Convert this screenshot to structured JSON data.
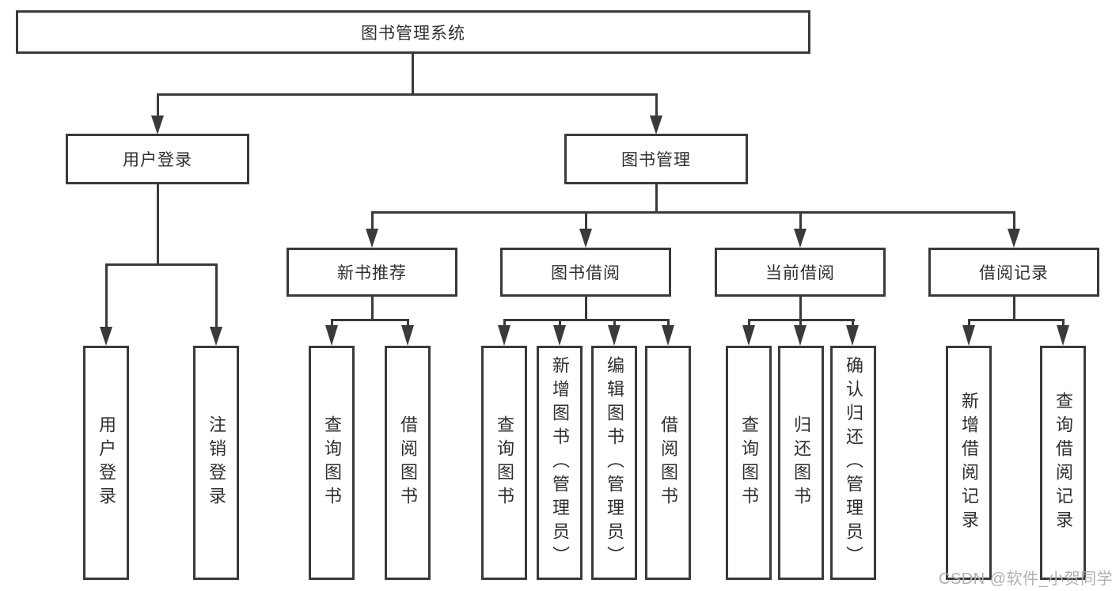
{
  "nodes": {
    "root": "图书管理系统",
    "login": "用户登录",
    "book_mgmt": "图书管理",
    "leaf_user_login": "用户登录",
    "leaf_logout": "注销登录",
    "new_book_rec": "新书推荐",
    "book_borrow": "图书借阅",
    "current_borrow": "当前借阅",
    "borrow_record": "借阅记录",
    "nbr_query_book": "查询图书",
    "nbr_borrow_book": "借阅图书",
    "bb_query_book": "查询图书",
    "bb_add_book": "新增图书（管理员）",
    "bb_edit_book": "编辑图书（管理员）",
    "bb_borrow_book": "借阅图书",
    "cb_query_book": "查询图书",
    "cb_return_book": "归还图书",
    "cb_confirm_return": "确认归还（管理员）",
    "br_add_record": "新增借阅记录",
    "br_query_record": "查询借阅记录"
  },
  "hierarchy": {
    "label": "图书管理系统",
    "children": [
      {
        "label": "用户登录",
        "children": [
          {
            "label": "用户登录"
          },
          {
            "label": "注销登录"
          }
        ]
      },
      {
        "label": "图书管理",
        "children": [
          {
            "label": "新书推荐",
            "children": [
              {
                "label": "查询图书"
              },
              {
                "label": "借阅图书"
              }
            ]
          },
          {
            "label": "图书借阅",
            "children": [
              {
                "label": "查询图书"
              },
              {
                "label": "新增图书（管理员）"
              },
              {
                "label": "编辑图书（管理员）"
              },
              {
                "label": "借阅图书"
              }
            ]
          },
          {
            "label": "当前借阅",
            "children": [
              {
                "label": "查询图书"
              },
              {
                "label": "归还图书"
              },
              {
                "label": "确认归还（管理员）"
              }
            ]
          },
          {
            "label": "借阅记录",
            "children": [
              {
                "label": "新增借阅记录"
              },
              {
                "label": "查询借阅记录"
              }
            ]
          }
        ]
      }
    ]
  },
  "watermark": "CSDN @软件_小贺同学",
  "colors": {
    "line": "#3a3a3a",
    "text": "#2f2f2f",
    "box_fill": "#ffffff",
    "background": "#ffffff",
    "watermark": "#b0b0b0"
  }
}
